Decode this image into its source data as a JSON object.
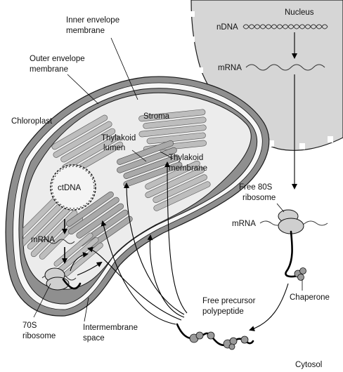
{
  "labels": {
    "nucleus": "Nucleus",
    "ndna": "nDNA",
    "mrna_nucleus": "mRNA",
    "inner_envelope_1": "Inner envelope",
    "inner_envelope_2": "membrane",
    "outer_envelope_1": "Outer envelope",
    "outer_envelope_2": "membrane",
    "chloroplast": "Chloroplast",
    "stroma": "Stroma",
    "thylakoid_lumen_1": "Thylakoid",
    "thylakoid_lumen_2": "lumen",
    "thylakoid_membrane_1": "Thylakoid",
    "thylakoid_membrane_2": "membrane",
    "ctdna": "ctDNA",
    "mrna_chloroplast": "mRNA",
    "free_80s_1": "Free 80S",
    "free_80s_2": "ribosome",
    "mrna_cytosol": "mRNA",
    "ribosome_70s_1": "70S",
    "ribosome_70s_2": "ribosome",
    "intermembrane_1": "Intermembrane",
    "intermembrane_2": "space",
    "free_precursor_1": "Free precursor",
    "free_precursor_2": "polypeptide",
    "chaperone": "Chaperone",
    "cytosol": "Cytosol"
  },
  "colors": {
    "membrane": "#8f8f8f",
    "stroma": "#ececec",
    "nucleus": "#d6d6d6",
    "thylakoid": "#bdbdbd"
  }
}
